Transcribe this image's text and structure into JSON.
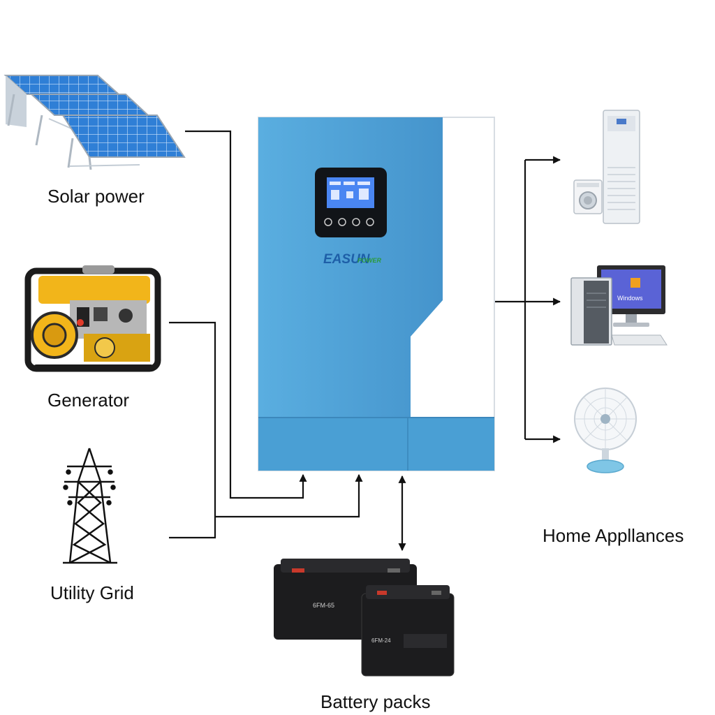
{
  "labels": {
    "solar": "Solar power",
    "generator": "Generator",
    "grid": "Utility Grid",
    "home": "Home Appllances",
    "battery": "Battery packs"
  },
  "inverter": {
    "brand_main": "EASUN",
    "brand_sub": "POWER"
  },
  "batteries": {
    "large_model": "6FM-65",
    "small_model": "6FM-24"
  },
  "computer": {
    "screen_text": "Windows"
  },
  "colors": {
    "inverter_blue": "#4a9fd4",
    "line": "#111111",
    "battery": "#1c1c1e",
    "solar_cell": "#2f7fd6",
    "generator_yellow": "#f2b51a"
  },
  "icons": [
    "solar-panel-icon",
    "generator-icon",
    "transmission-tower-icon",
    "inverter-icon",
    "battery-icon",
    "air-conditioner-icon",
    "washing-machine-icon",
    "computer-icon",
    "fan-icon"
  ]
}
